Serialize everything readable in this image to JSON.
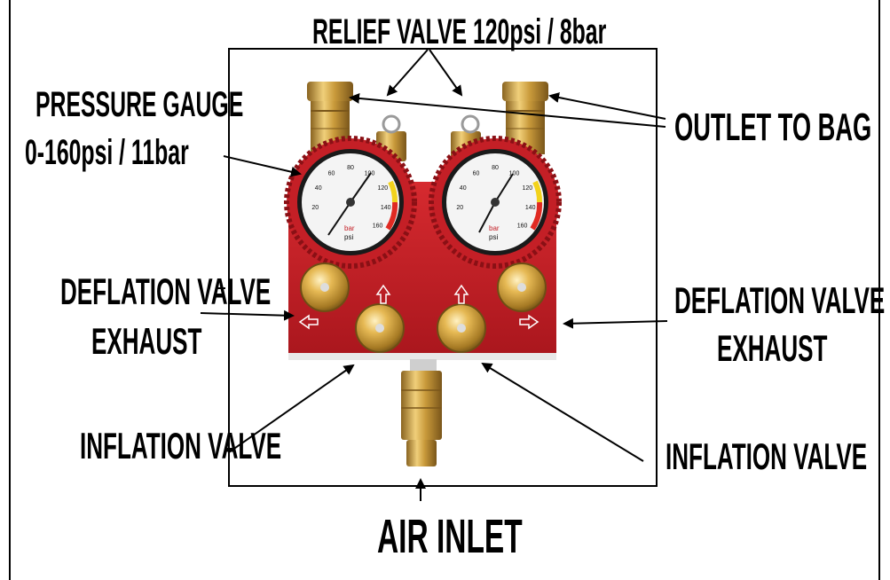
{
  "labels": {
    "relief_valve": "RELIEF VALVE 120psi / 8bar",
    "pressure_gauge_line1": "PRESSURE GAUGE",
    "pressure_gauge_line2": "0-160psi / 11bar",
    "outlet_to_bag": "OUTLET TO BAG",
    "deflation_left_line1": "DEFLATION VALVE",
    "deflation_left_line2": "EXHAUST",
    "deflation_right_line1": "DEFLATION VALVE",
    "deflation_right_line2": "EXHAUST",
    "inflation_left": "INFLATION VALVE",
    "inflation_right": "INFLATION VALVE",
    "air_inlet": "AIR INLET"
  },
  "gauge": {
    "psi_ticks": [
      "20",
      "40",
      "60",
      "80",
      "100",
      "120",
      "140",
      "160"
    ],
    "unit_bar": "bar",
    "unit_psi": "psi",
    "colors": {
      "dial_ring": "#d8222a",
      "danger_band": "#e02a22",
      "caution_band": "#f2d21b"
    }
  },
  "colors": {
    "manifold_body": "#c41f26",
    "brass": "#c99a3b",
    "outline": "#000000"
  }
}
